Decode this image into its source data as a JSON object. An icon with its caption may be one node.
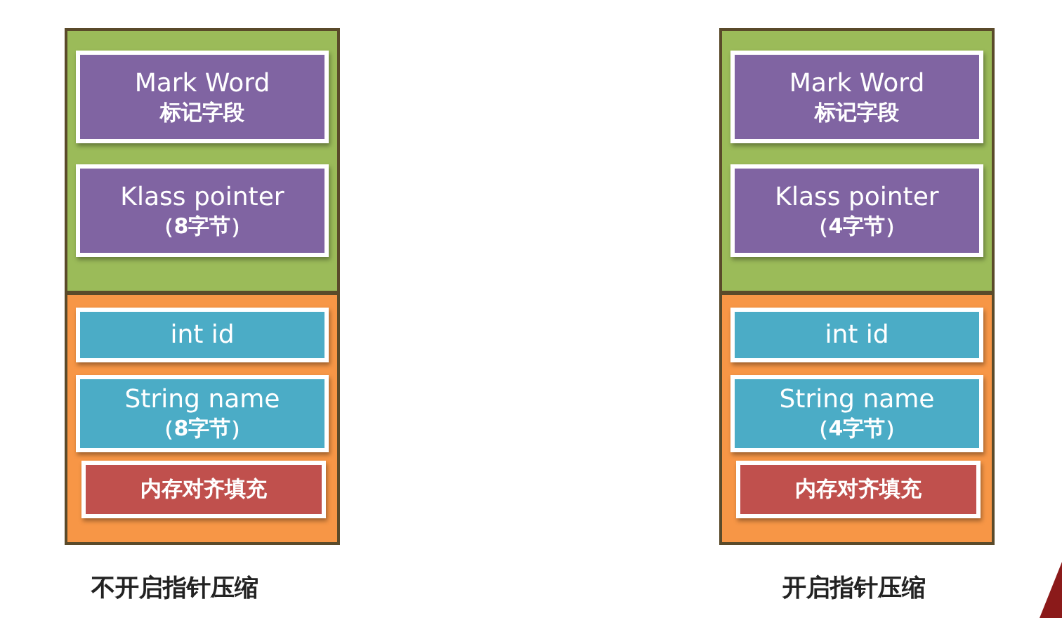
{
  "diagram": {
    "nodes": [
      {
        "text": [],
        "shape": "box"
      },
      {
        "text": [
          "Mark Word",
          "标记字段"
        ],
        "in": 0
      },
      {
        "text": [
          "Klass pointer",
          "（8字节）"
        ],
        "in": 0
      },
      {
        "text": [],
        "shape": "box"
      },
      {
        "text": [
          "int id"
        ],
        "in": 3
      },
      {
        "text": [
          "String name",
          "（8字节）"
        ],
        "in": 3
      },
      {
        "text": [
          "内存对齐填充"
        ],
        "in": 3
      },
      {
        "text": [],
        "shape": "box"
      },
      {
        "text": [
          "Mark Word",
          "标记字段"
        ],
        "in": 7
      },
      {
        "text": [
          "Klass pointer",
          "（4字节）"
        ],
        "in": 7
      },
      {
        "text": [],
        "shape": "box"
      },
      {
        "text": [
          "int id"
        ],
        "in": 10
      },
      {
        "text": [
          "String name",
          "（4字节）"
        ],
        "in": 10
      },
      {
        "text": [
          "内存对齐填充"
        ],
        "in": 10
      }
    ],
    "labels": [
      "不开启指针压缩",
      "开启指针压缩"
    ]
  }
}
